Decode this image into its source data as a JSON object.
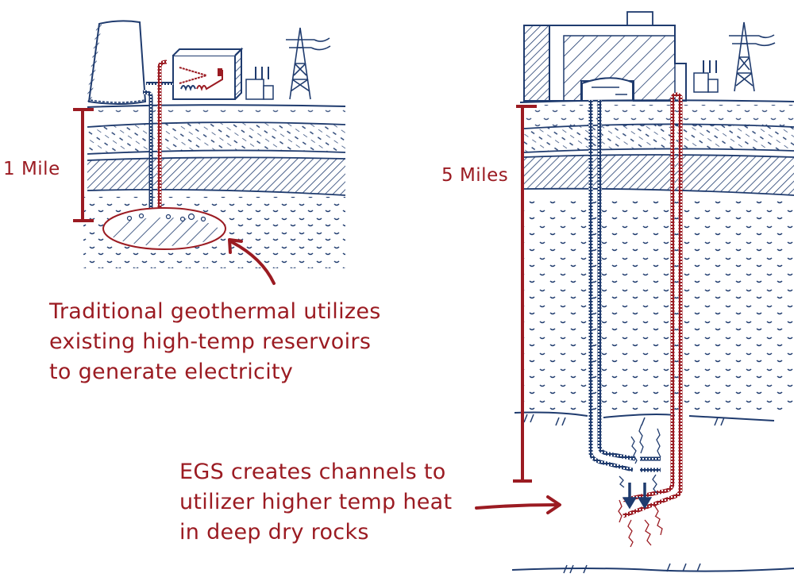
{
  "colors": {
    "accent_red": "#9b1b22",
    "ink_blue": "#1f3b6e",
    "background": "#ffffff"
  },
  "traditional": {
    "depth_label": "1 Mile",
    "caption_lines": [
      "Traditional geothermal utilizes",
      "existing high-temp reservoirs",
      "to generate electricity"
    ],
    "icons": [
      "cooling-tower-icon",
      "turbine-building-icon",
      "transformer-icon",
      "power-pylon-icon",
      "reservoir-icon"
    ]
  },
  "egs": {
    "depth_label": "5 Miles",
    "caption_lines": [
      "EGS creates channels to",
      "utilizer higher temp heat",
      "in deep dry rocks"
    ],
    "icons": [
      "power-plant-building-icon",
      "transformer-icon",
      "power-pylon-icon",
      "fracture-network-icon",
      "flow-arrow-icon"
    ]
  }
}
